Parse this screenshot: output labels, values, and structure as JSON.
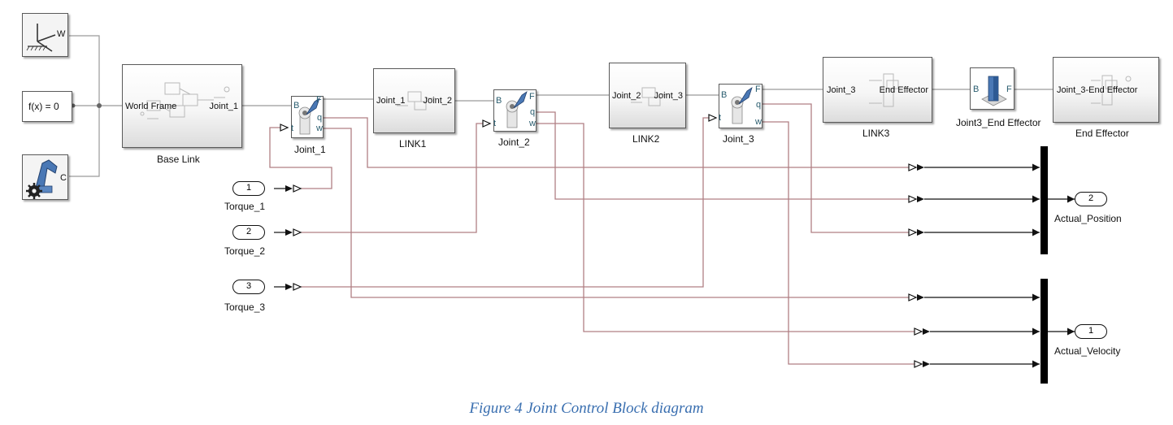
{
  "blocks": {
    "world": {
      "port": "W"
    },
    "solver": {
      "text": "f(x) = 0"
    },
    "config": {
      "port": "C"
    },
    "base_link": {
      "label": "Base Link",
      "port_in": "World Frame",
      "port_out": "Joint_1"
    },
    "joint1": {
      "label": "Joint_1",
      "b": "B",
      "f": "F",
      "q": "q",
      "w": "w",
      "t": "t"
    },
    "link1": {
      "label": "LINK1",
      "port_in": "Joint_1",
      "port_out": "Joint_2"
    },
    "joint2": {
      "label": "Joint_2",
      "b": "B",
      "f": "F",
      "q": "q",
      "w": "w",
      "t": "t"
    },
    "link2": {
      "label": "LINK2",
      "port_in": "Joint_2",
      "port_out": "Joint_3"
    },
    "joint3": {
      "label": "Joint_3",
      "b": "B",
      "f": "F",
      "q": "q",
      "w": "w",
      "t": "t"
    },
    "link3": {
      "label": "LINK3",
      "port_in": "Joint_3",
      "port_out": "End Effector"
    },
    "weld": {
      "label": "Joint3_End Effector",
      "b": "B",
      "f": "F"
    },
    "end_effector": {
      "label": "End Effector",
      "port_in": "Joint_3-End Effector"
    }
  },
  "inports": [
    {
      "number": "1",
      "name": "Torque_1"
    },
    {
      "number": "2",
      "name": "Torque_2"
    },
    {
      "number": "3",
      "name": "Torque_3"
    }
  ],
  "outports": [
    {
      "number": "2",
      "name": "Actual_Position"
    },
    {
      "number": "1",
      "name": "Actual_Velocity"
    }
  ],
  "colors": {
    "physical_line": "#b07f84",
    "signal_line": "#111111",
    "joint_blue": "#4a78b5"
  },
  "caption": "Figure 4  Joint Control Block diagram"
}
